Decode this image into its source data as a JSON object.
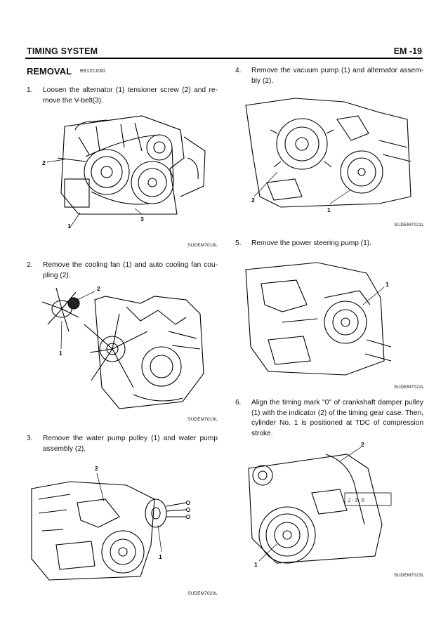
{
  "header": {
    "title": "TIMING SYSTEM",
    "page": "EM -19"
  },
  "section": {
    "title": "REMOVAL",
    "code": "E812C03D"
  },
  "steps": [
    {
      "num": "1.",
      "text": "Loosen the alternator (1) tensioner screw (2) and re-move the V-belt(3)."
    },
    {
      "num": "2.",
      "text": "Remove the cooling fan (1) and auto cooling fan cou-pling (2)."
    },
    {
      "num": "3.",
      "text": "Remove the water pump pulley (1) and water pump assembly (2)."
    },
    {
      "num": "4.",
      "text": "Remove the vacuum pump (1) and alternator assem-bly (2)."
    },
    {
      "num": "5.",
      "text": "Remove the power steering pump (1)."
    },
    {
      "num": "6.",
      "text": "Align the timing mark \"0\" of crankshaft damper pulley (1) with the indicator (2) of the timing gear case. Then, cylinder No. 1 is positioned at TDC of compression stroke."
    }
  ],
  "figures": [
    {
      "code": "SUDEM7018L",
      "callouts": [
        "1",
        "2",
        "3"
      ]
    },
    {
      "code": "SUDEM7019L",
      "callouts": [
        "1",
        "2"
      ]
    },
    {
      "code": "SUDEM7020L",
      "callouts": [
        "1",
        "2"
      ]
    },
    {
      "code": "SUDEM7021L",
      "callouts": [
        "1",
        "2"
      ]
    },
    {
      "code": "SUDEM7022L",
      "callouts": [
        "1"
      ]
    },
    {
      "code": "SUDEM7023L",
      "callouts": [
        "1",
        "2"
      ],
      "mark_text": "2-3  0"
    }
  ]
}
